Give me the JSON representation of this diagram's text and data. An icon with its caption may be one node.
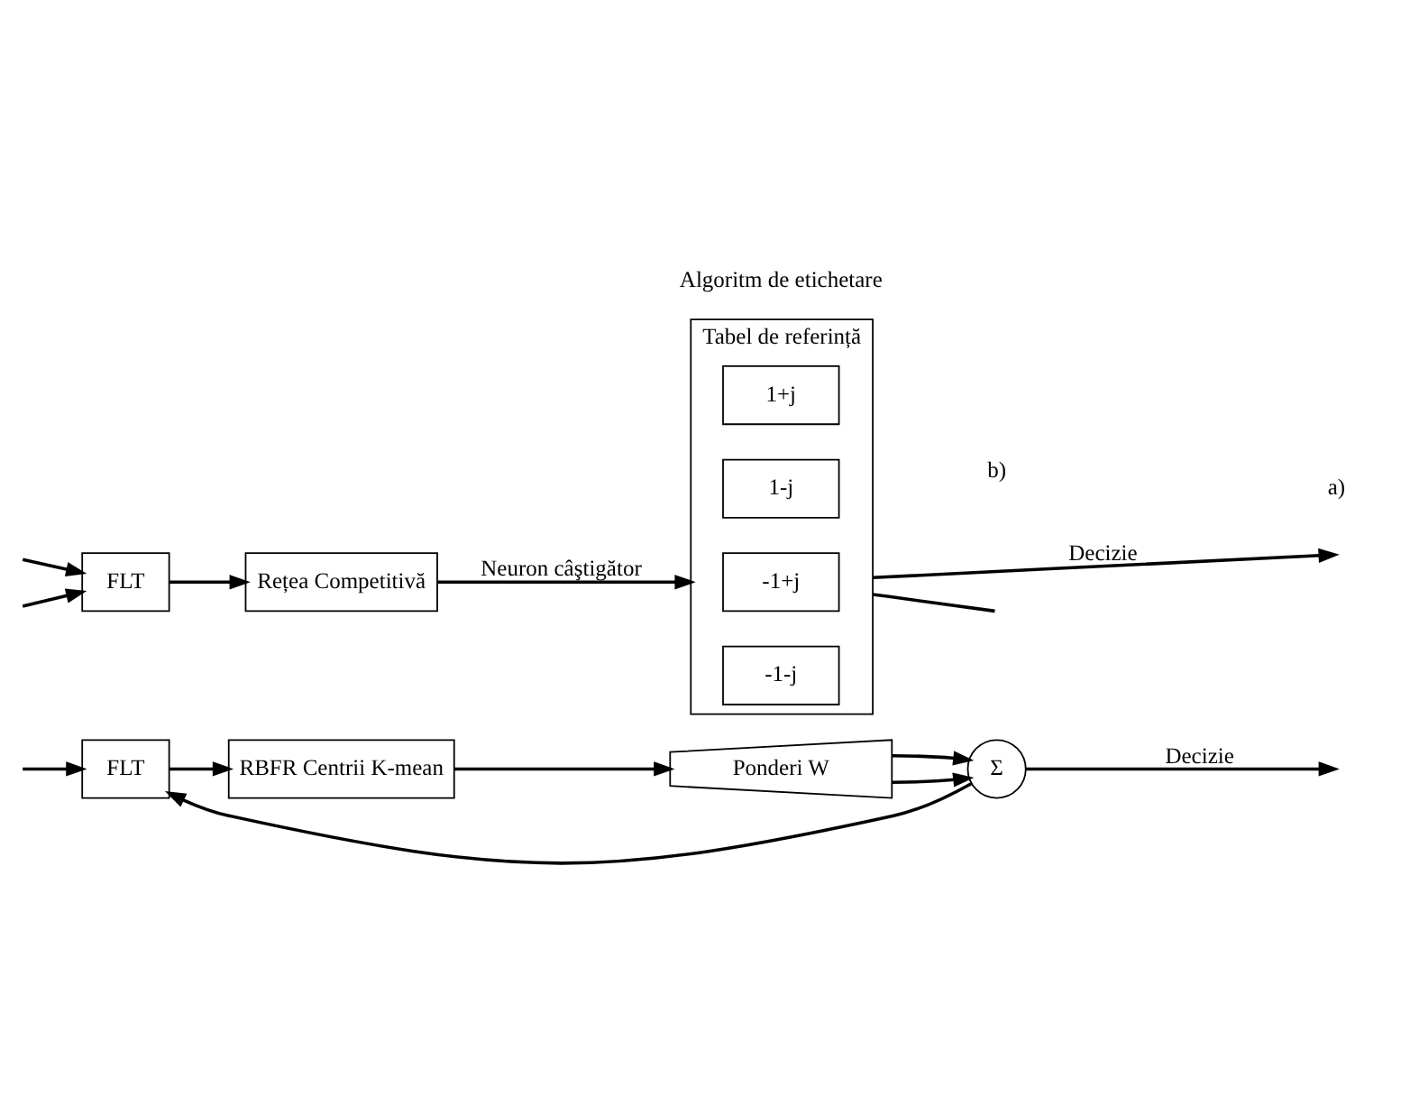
{
  "diagram": {
    "nodes": [
      {
        "text": [
          "FLT"
        ]
      },
      {
        "text": [
          "RBFR Centrii K-mean"
        ]
      },
      {
        "text": [
          "Ponderi W"
        ]
      },
      {
        "text": [
          "Σ"
        ]
      },
      {
        "text": [
          "FLT"
        ]
      },
      {
        "text": [
          "Rețea Competitivă"
        ]
      },
      {
        "text": [
          "Tabel de referință"
        ],
        "beside": [
          "Algoritm de etichetare"
        ]
      },
      {
        "text": [
          "1+j"
        ],
        "in": 6
      },
      {
        "text": [
          "1-j"
        ],
        "in": 6
      },
      {
        "text": [
          "-1+j"
        ],
        "in": 6
      },
      {
        "text": [
          "-1-j"
        ],
        "in": 6
      }
    ],
    "edges": [
      {
        "from": null,
        "to": 0,
        "arrow": "to"
      },
      {
        "from": 0,
        "to": 1,
        "arrow": "to"
      },
      {
        "from": 1,
        "to": 2,
        "arrow": "to"
      },
      {
        "from": 2,
        "to": 3,
        "arrow": "to"
      },
      {
        "from": 2,
        "to": 3,
        "arrow": "to"
      },
      {
        "from": 3,
        "to": null,
        "label": "Decizie",
        "arrow": "to"
      },
      {
        "from": 3,
        "to": 0,
        "arrow": "to"
      },
      {
        "from": null,
        "to": 4,
        "arrow": "to"
      },
      {
        "from": 4,
        "to": 5,
        "arrow": "to"
      },
      {
        "from": 5,
        "to": 6,
        "label": "Neuron câştigător",
        "arrow": "to"
      },
      {
        "from": 6,
        "to": null,
        "label": "Decizie",
        "arrow": "to"
      },
      {
        "from": 6,
        "to": null,
        "arrow": "none"
      },
      {
        "from": null,
        "to": 4,
        "arrow": "to"
      }
    ],
    "labels": [
      "a)",
      "b)"
    ]
  }
}
